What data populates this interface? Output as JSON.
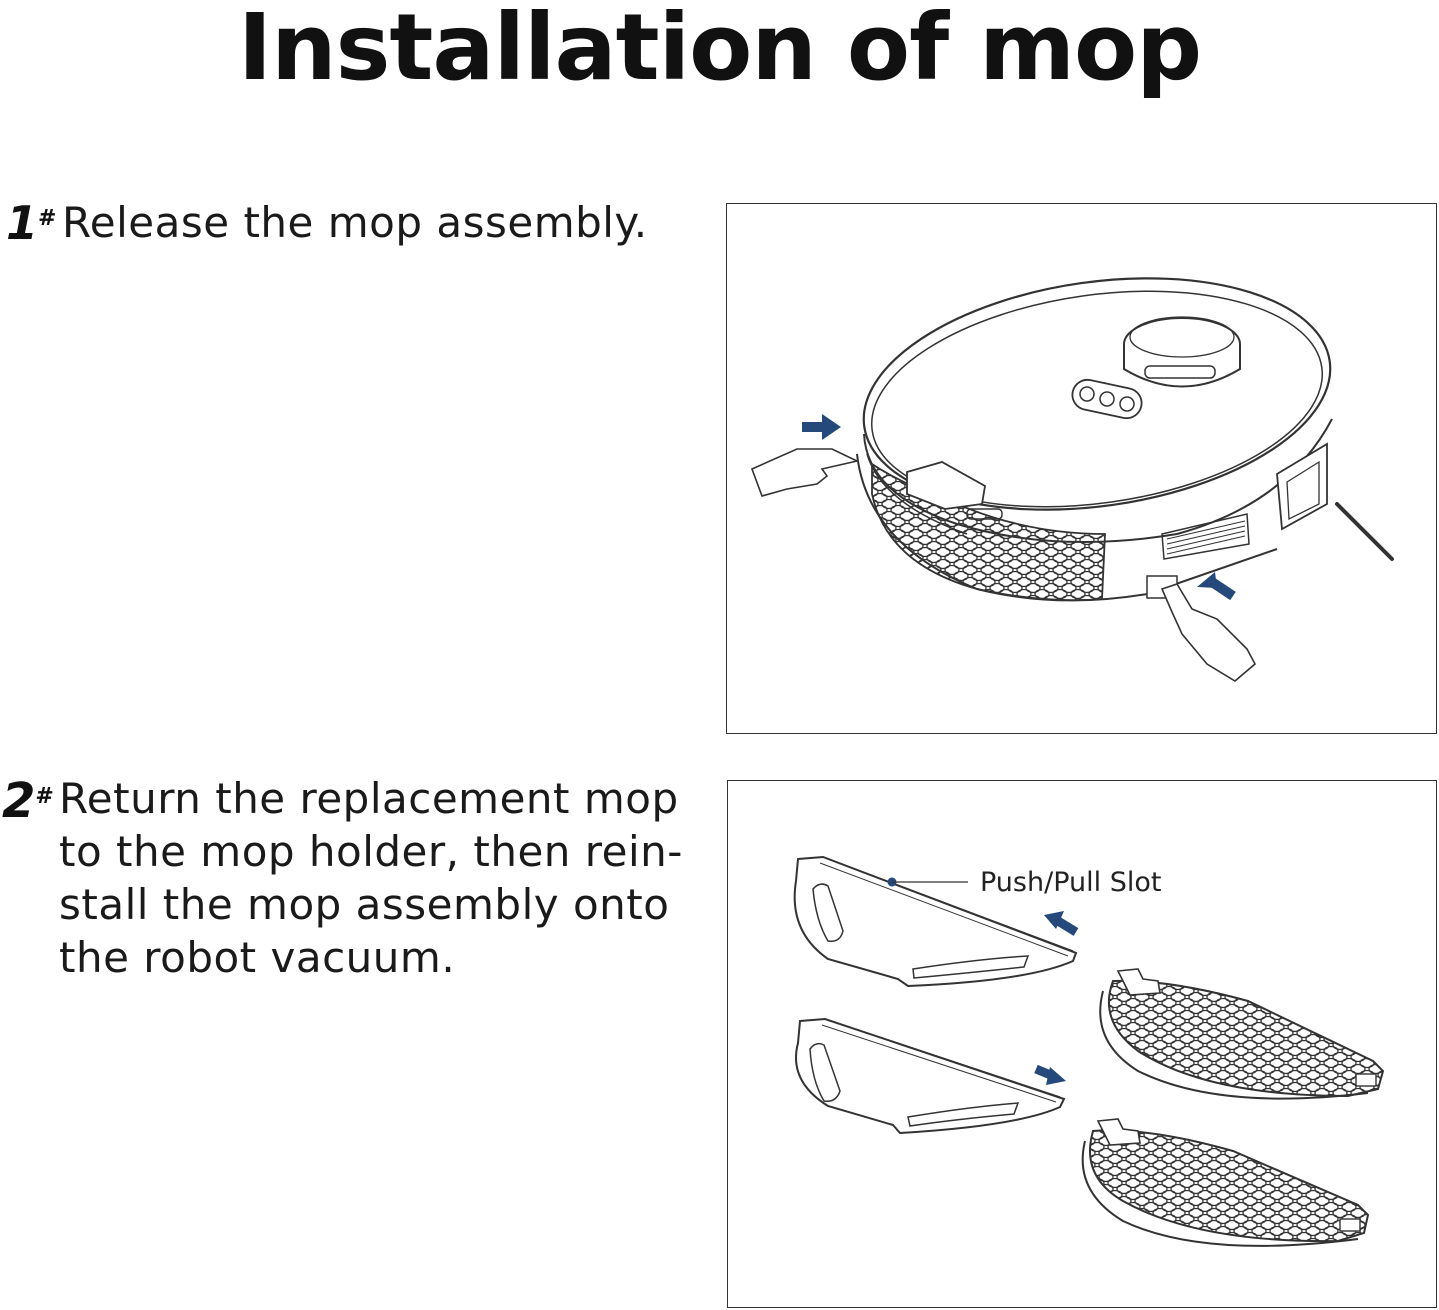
{
  "page": {
    "title": "Installation of mop"
  },
  "steps": [
    {
      "number": "1",
      "marker": "#",
      "text": "Release the mop assembly."
    },
    {
      "number": "2",
      "marker": "#",
      "lines": [
        "Return the replacement mop",
        "to the mop holder, then rein-",
        "stall the mop assembly onto",
        "the robot vacuum."
      ]
    }
  ],
  "illustration_2": {
    "callout_label": "Push/Pull Slot"
  },
  "colors": {
    "arrow": "#24497a",
    "line_art": "#333333",
    "text": "#1a1a1a"
  }
}
